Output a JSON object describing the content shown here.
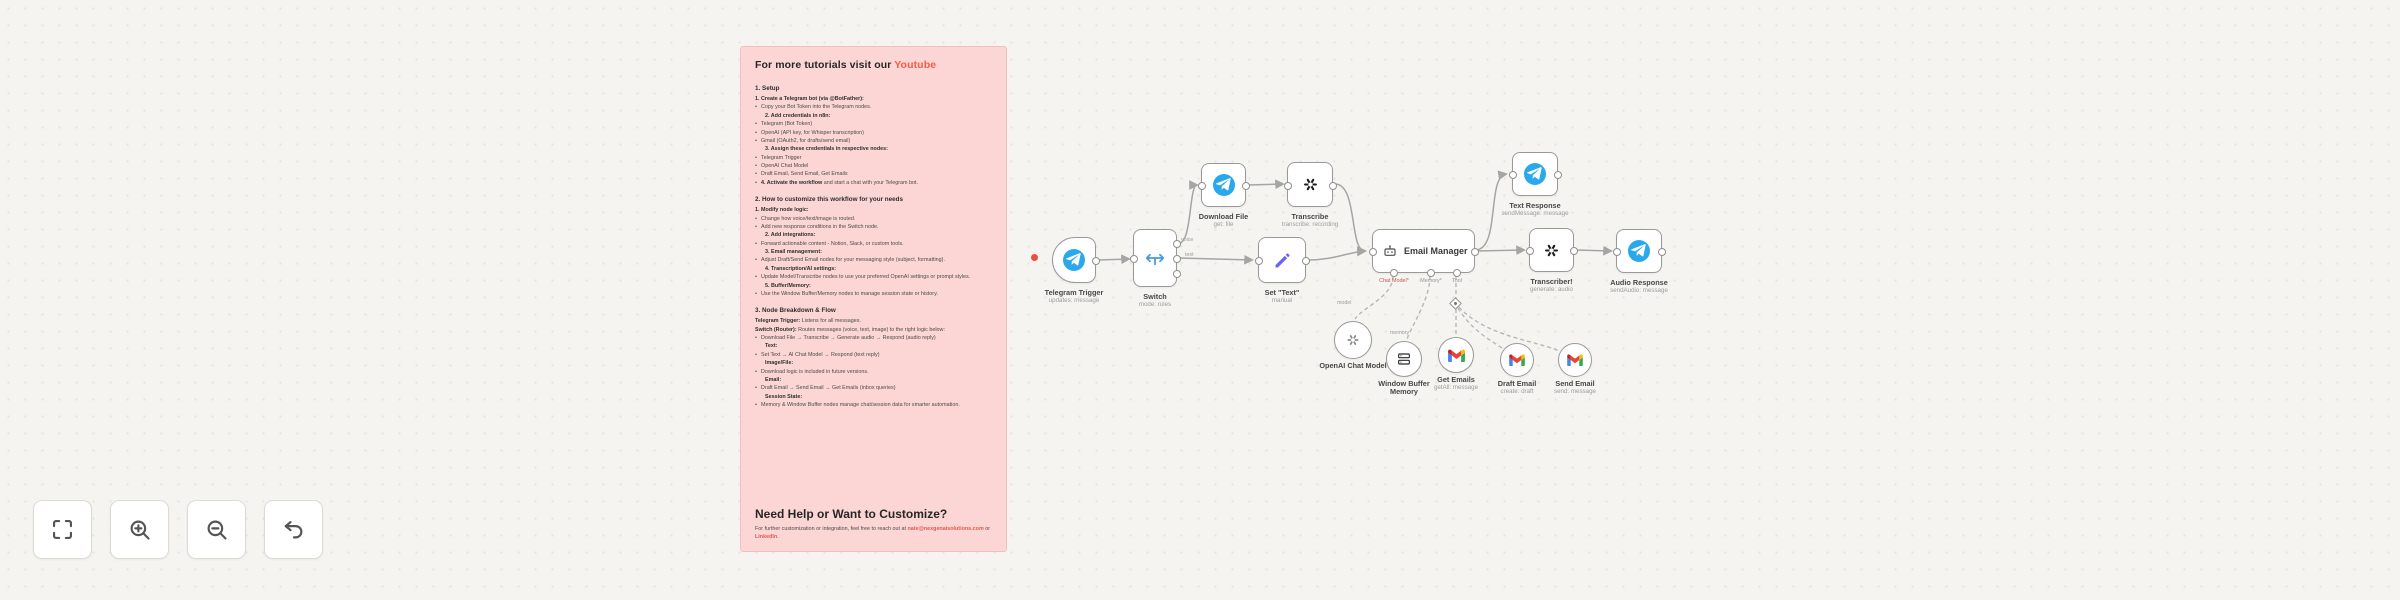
{
  "sticky_note": {
    "title": {
      "prefix": "For more tutorials visit our ",
      "link": "Youtube"
    },
    "sections": [
      {
        "heading": "1. Setup",
        "lines": [
          {
            "bold": "1. Create a Telegram bot (via @BotFather):"
          },
          {
            "bullet": true,
            "text": "Copy your Bot Token into the Telegram nodes."
          },
          {
            "bold": "2. Add credentials in n8n:",
            "indent": 1
          },
          {
            "bullet": true,
            "text": "Telegram (Bot Token)"
          },
          {
            "bullet": true,
            "text": "OpenAI (API key, for Whisper transcription)"
          },
          {
            "bullet": true,
            "text": "Gmail (OAuth2, for drafts/send email)"
          },
          {
            "bold": "3. Assign these credentials in respective nodes:",
            "indent": 1
          },
          {
            "bullet": true,
            "text": "Telegram Trigger"
          },
          {
            "bullet": true,
            "text": "OpenAI Chat Model"
          },
          {
            "bullet": true,
            "text": "Draft Email, Send Email, Get Emails"
          },
          {
            "bullet": true,
            "bold": "4. Activate the workflow",
            "text": " and start a chat with your Telegram bot."
          }
        ]
      },
      {
        "heading": "2. How to customize this workflow for your needs",
        "lines": [
          {
            "bold": "1. Modify node logic:"
          },
          {
            "bullet": true,
            "text": "Change how voice/text/image is routed."
          },
          {
            "bullet": true,
            "text": "Add new response conditions in the Switch node."
          },
          {
            "bold": "2. Add integrations:",
            "indent": 1
          },
          {
            "bullet": true,
            "text": "Forward actionable content - Notion, Slack, or custom tools."
          },
          {
            "bold": "3. Email management:",
            "indent": 1
          },
          {
            "bullet": true,
            "text": "Adjust Draft/Send Email nodes for your messaging style (subject, formatting)."
          },
          {
            "bold": "4. Transcription/AI settings:",
            "indent": 1
          },
          {
            "bullet": true,
            "text": "Update Model/Transcribe nodes to use your preferred OpenAI settings or prompt styles."
          },
          {
            "bold": "5. Buffer/Memory:",
            "indent": 1
          },
          {
            "bullet": true,
            "text": "Use the Window Buffer/Memory nodes to manage session state or history."
          }
        ]
      },
      {
        "heading": "3. Node Breakdown & Flow",
        "lines": [
          {
            "bold": "Telegram Trigger:",
            "text": " Listens for all messages."
          },
          {
            "bold": "Switch (Router):",
            "text": " Routes messages (voice, text, image) to the right logic below:"
          },
          {
            "bullet": true,
            "text": "Download File → Transcribe → Generate audio → Respond (audio reply)"
          },
          {
            "bold": "Text:",
            "indent": 1
          },
          {
            "bullet": true,
            "text": "Set Text → AI Chat Model → Respond (text reply)"
          },
          {
            "bold": "Image/File:",
            "indent": 1
          },
          {
            "bullet": true,
            "text": "Download logic is included in future versions."
          },
          {
            "bold": "Email:",
            "indent": 1
          },
          {
            "bullet": true,
            "text": "Draft Email → Send Email → Get Emails (inbox queries)"
          },
          {
            "bold": "Session State:",
            "indent": 1
          },
          {
            "bullet": true,
            "text": "Memory & Window Buffer nodes manage chat/session data for smarter automation."
          }
        ]
      }
    ],
    "help": {
      "heading": "Need Help or Want to Customize?",
      "text_prefix": "For further customization or integration, feel free to reach out at ",
      "link_email": "nate@nexgenaisolutions.com",
      "text_mid": " or ",
      "link_linkedin": "LinkedIn",
      "text_suffix": "."
    }
  },
  "workflow": {
    "nodes": [
      {
        "id": "telegram-trigger",
        "name": "Telegram Trigger",
        "subtitle": "updates: message",
        "icon": "telegram"
      },
      {
        "id": "switch",
        "name": "Switch",
        "subtitle": "mode: rules",
        "icon": "switch",
        "output_labels": [
          "voice",
          "text"
        ]
      },
      {
        "id": "download-file",
        "name": "Download File",
        "subtitle": "get: file",
        "icon": "telegram"
      },
      {
        "id": "transcribe",
        "name": "Transcribe",
        "subtitle": "transcribe: recording",
        "icon": "openai"
      },
      {
        "id": "set-text",
        "name": "Set \"Text\"",
        "subtitle": "manual",
        "icon": "pencil"
      },
      {
        "id": "email-manager",
        "name": "Email Manager",
        "subtitle": "",
        "icon": "robot",
        "ports": [
          "Chat Model*",
          "Memory*",
          "Tool"
        ]
      },
      {
        "id": "text-response",
        "name": "Text Response",
        "subtitle": "sendMessage: message",
        "icon": "telegram"
      },
      {
        "id": "transcriber",
        "name": "Transcriber!",
        "subtitle": "generate: audio",
        "icon": "openai"
      },
      {
        "id": "audio-response",
        "name": "Audio Response",
        "subtitle": "sendAudio: message",
        "icon": "telegram"
      },
      {
        "id": "openai-chat-model",
        "name": "OpenAI Chat Model",
        "subtitle": "",
        "icon": "openai-gray"
      },
      {
        "id": "window-buffer-memory",
        "name": "Window Buffer Memory",
        "subtitle": "",
        "icon": "memory"
      },
      {
        "id": "get-emails",
        "name": "Get Emails",
        "subtitle": "getAll: message",
        "icon": "gmail"
      },
      {
        "id": "draft-email",
        "name": "Draft Email",
        "subtitle": "create: draft",
        "icon": "gmail"
      },
      {
        "id": "send-email",
        "name": "Send Email",
        "subtitle": "send: message",
        "icon": "gmail"
      }
    ],
    "edge_labels": [
      {
        "id": "voice",
        "text": "voice"
      },
      {
        "id": "text",
        "text": "text"
      },
      {
        "id": "model",
        "text": "model"
      },
      {
        "id": "memory",
        "text": "memory"
      }
    ]
  },
  "controls": [
    {
      "id": "zoom-to-fit",
      "icon": "fit"
    },
    {
      "id": "zoom-in",
      "icon": "zoom-in"
    },
    {
      "id": "zoom-out",
      "icon": "zoom-out"
    },
    {
      "id": "reset",
      "icon": "undo"
    }
  ],
  "colors": {
    "sticky_bg": "#fcd6d5",
    "accent_link": "#f45b49",
    "telegram_blue": "#29A9EB",
    "node_border": "#999999",
    "required_port": "#cd5a52",
    "canvas_bg": "#f5f4f1"
  }
}
